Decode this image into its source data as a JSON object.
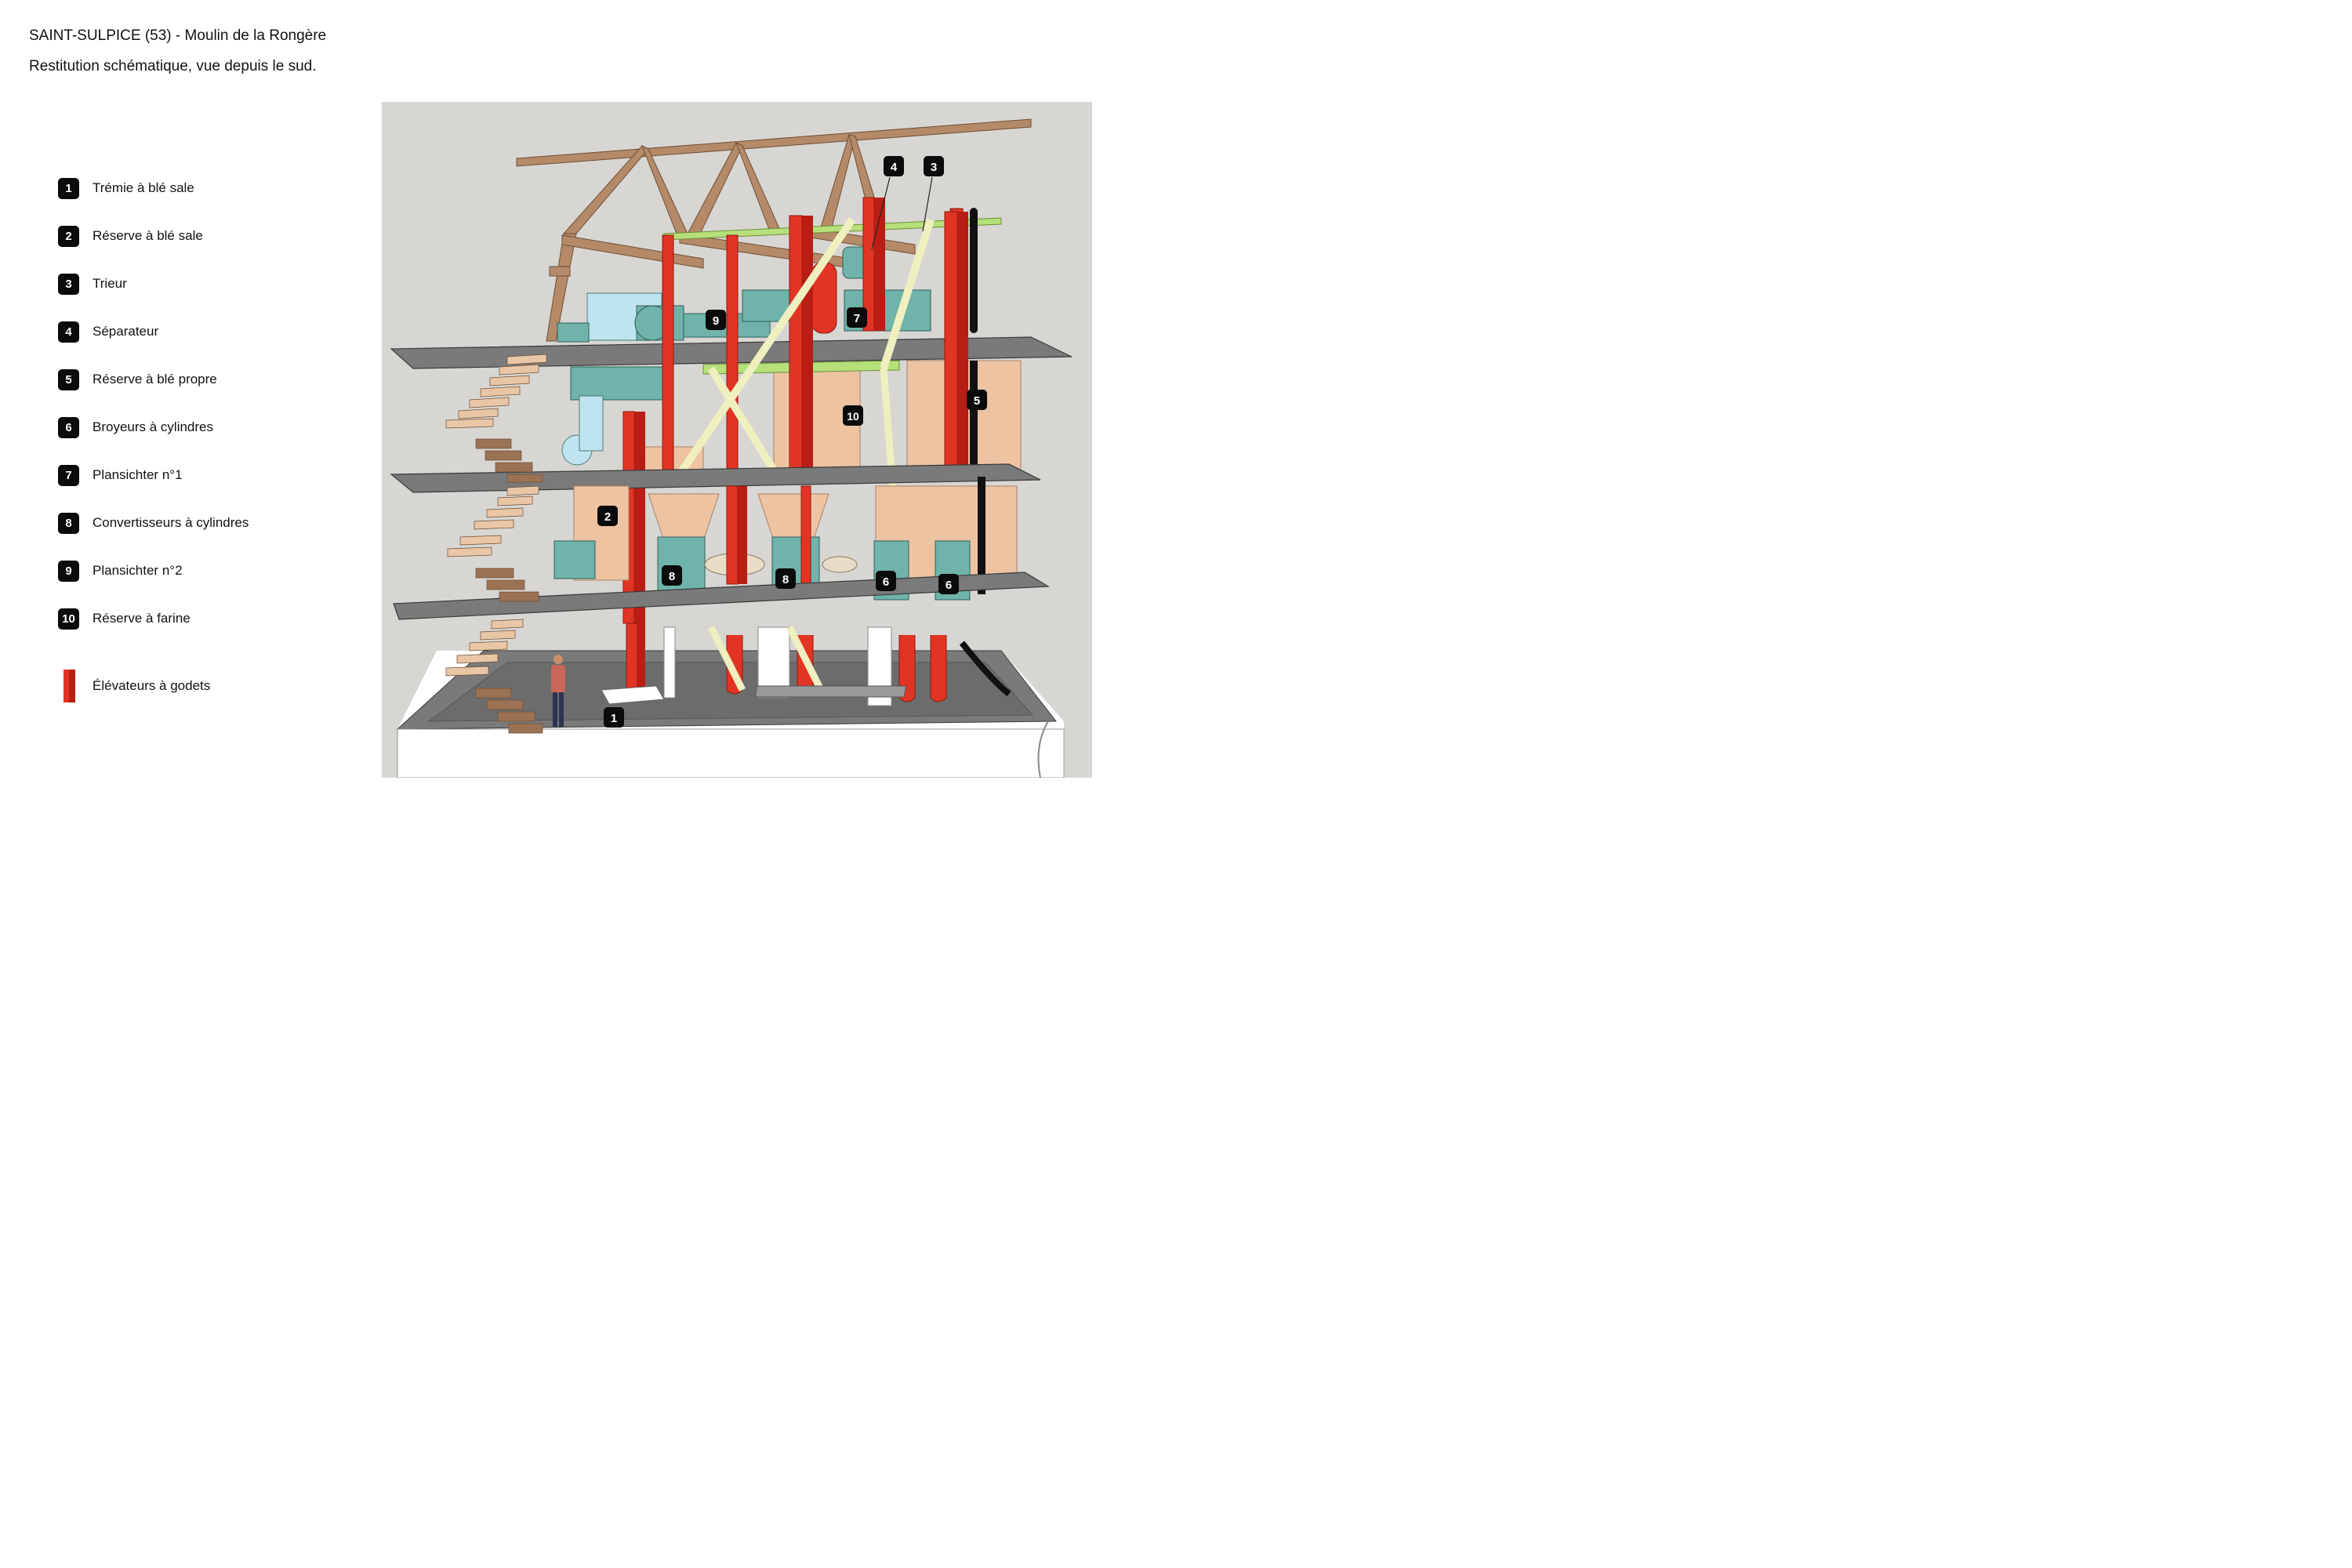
{
  "header": {
    "title": "SAINT-SULPICE (53) - Moulin de la Rongère",
    "subtitle": "Restitution schématique, vue depuis le sud."
  },
  "legend": {
    "items": [
      {
        "num": "1",
        "label": "Trémie à blé sale"
      },
      {
        "num": "2",
        "label": "Réserve à blé sale"
      },
      {
        "num": "3",
        "label": "Trieur"
      },
      {
        "num": "4",
        "label": "Séparateur"
      },
      {
        "num": "5",
        "label": "Réserve à blé propre"
      },
      {
        "num": "6",
        "label": "Broyeurs à cylindres"
      },
      {
        "num": "7",
        "label": "Plansichter n°1"
      },
      {
        "num": "8",
        "label": "Convertisseurs à cylindres"
      },
      {
        "num": "9",
        "label": "Plansichter n°2"
      },
      {
        "num": "10",
        "label": "Réserve à farine"
      }
    ],
    "elevator_label": "Élévateurs à godets"
  },
  "markers": [
    "4",
    "3",
    "9",
    "7",
    "10",
    "5",
    "2",
    "8",
    "8",
    "6",
    "6",
    "1"
  ],
  "colors": {
    "background_scene": "#d8d6d2",
    "floor": "#7a7a7a",
    "floor_edge": "#3a3a3a",
    "timber": "#b48a68",
    "elevator_red": "#e23424",
    "elevator_dark": "#b81e13",
    "machine_teal": "#6fb3aa",
    "machine_light": "#bfe3ef",
    "bin_salmon": "#eec3a2",
    "shaft_cream": "#efefbf",
    "shaft_green": "#b6e07a",
    "stair_light": "#e9c7a6",
    "stair_dark": "#9b7254",
    "badge": "#0b0b0b"
  }
}
